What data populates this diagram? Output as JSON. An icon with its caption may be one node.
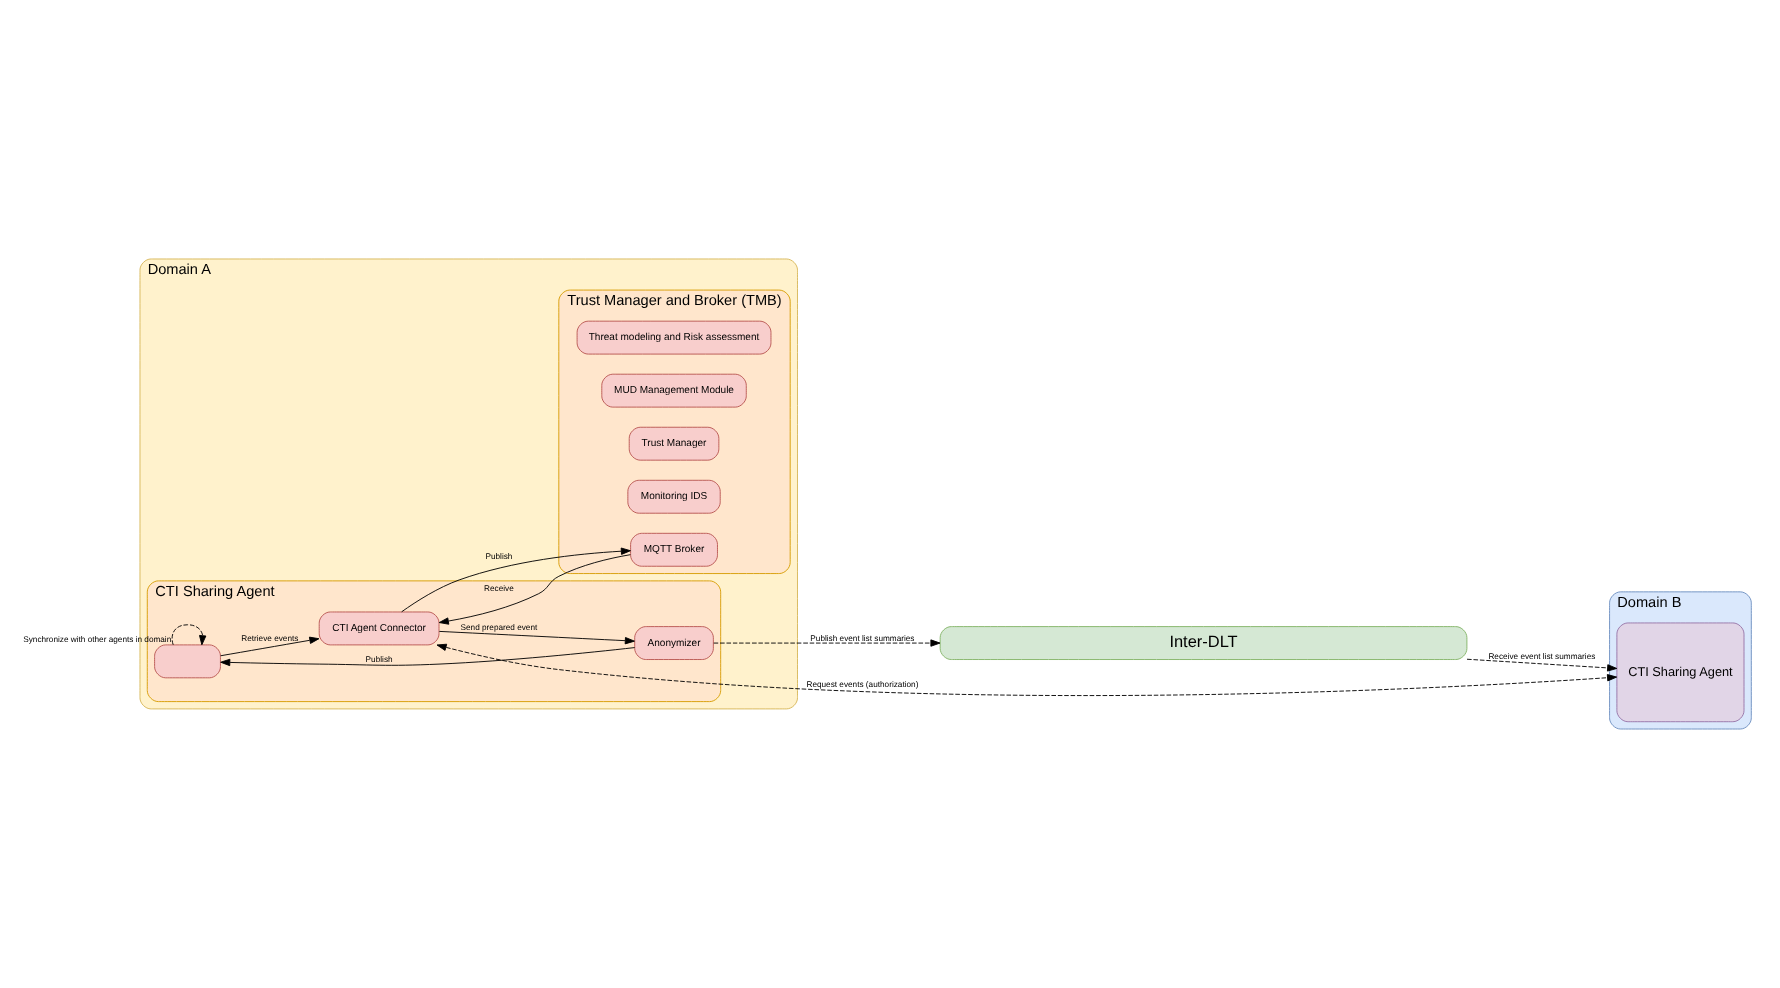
{
  "diagram": {
    "nodes": [
      {
        "text": [
          "Domain A"
        ]
      },
      {
        "text": [
          "Trust Manager and Broker (TMB)"
        ],
        "in": 0
      },
      {
        "text": [
          "Threat modeling and Risk assessment"
        ],
        "in": 1
      },
      {
        "text": [
          "MUD Management Module"
        ],
        "in": 1
      },
      {
        "text": [
          "Trust Manager"
        ],
        "in": 1
      },
      {
        "text": [
          "Monitoring IDS"
        ],
        "in": 1
      },
      {
        "text": [
          "MQTT Broker"
        ],
        "in": 1
      },
      {
        "text": [
          "CTI Sharing Agent"
        ],
        "in": 0
      },
      {
        "text": [],
        "shape": "box",
        "in": 7
      },
      {
        "text": [
          "CTI Agent Connector"
        ],
        "in": 7
      },
      {
        "text": [
          "Anonymizer"
        ],
        "in": 7
      },
      {
        "text": [
          "Domain B"
        ]
      },
      {
        "text": [
          "CTI Sharing Agent"
        ],
        "in": 11
      },
      {
        "text": [
          "Inter-DLT"
        ]
      }
    ],
    "edges": [
      {
        "from": 9,
        "to": 6,
        "arrow": "to",
        "label": "Publish"
      },
      {
        "from": 6,
        "to": 9,
        "arrow": "to",
        "label": "Receive"
      },
      {
        "from": 8,
        "to": 9,
        "arrow": "to",
        "label": "Retrieve events"
      },
      {
        "from": 9,
        "to": 10,
        "arrow": "to",
        "label": "Send prepared event"
      },
      {
        "from": 10,
        "to": 8,
        "arrow": "to",
        "label": "Publish"
      },
      {
        "from": 8,
        "to": 8,
        "arrow": "to",
        "label": "Synchronize with other agents in domain",
        "style": "dashed"
      },
      {
        "from": 9,
        "to": 12,
        "arrow": "both",
        "label": "Request events (authorization)",
        "style": "dashed"
      },
      {
        "from": 10,
        "to": 13,
        "arrow": "to",
        "label": "Publish event list summaries",
        "style": "dashed"
      },
      {
        "from": 13,
        "to": 12,
        "arrow": "to",
        "label": "Receive event list summaries",
        "style": "dashed"
      }
    ]
  }
}
